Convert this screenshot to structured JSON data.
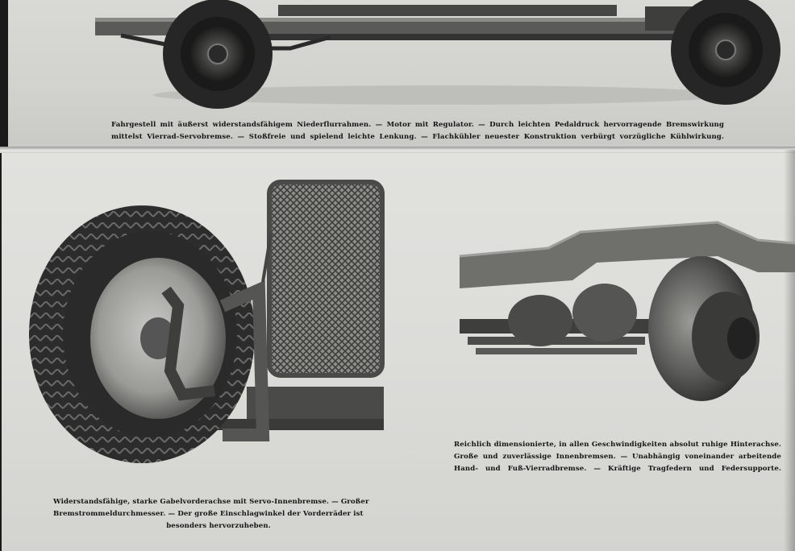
{
  "document": {
    "captions": {
      "chassis": [
        "Fahrgestell mit äußerst widerstandsfähigem Niederflurrahmen. — Motor mit Regulator. — Durch leichten Pedaldruck hervorragende Bremswirkung",
        "mittelst Vierrad-Servobremse. — Stoßfreie und spielend leichte Lenkung. — Flachkühler neuester Konstruktion verbürgt vorzügliche Kühlwirkung."
      ],
      "rear_axle": [
        "Reichlich dimensionierte, in allen Geschwindigkeiten absolut ruhige Hinterachse.",
        "Große und zuverlässige Innenbremsen. — Unabhängig voneinander arbeitende",
        "Hand- und Fuß-Vierradbremse. — Kräftige Tragfedern und Federsupporte."
      ],
      "front_axle": [
        "Widerstandsfähige, starke Gabelvorderachse mit Servo-Innenbremse. — Großer",
        "Bremstrommeldurchmesser. — Der große Einschlagwinkel der Vorderräder ist",
        "besonders hervorzuheben."
      ]
    },
    "palette": {
      "ink": "#151515",
      "paper": "#dcdcd9",
      "metal": "#4a4a48",
      "tire": "#262626"
    }
  }
}
